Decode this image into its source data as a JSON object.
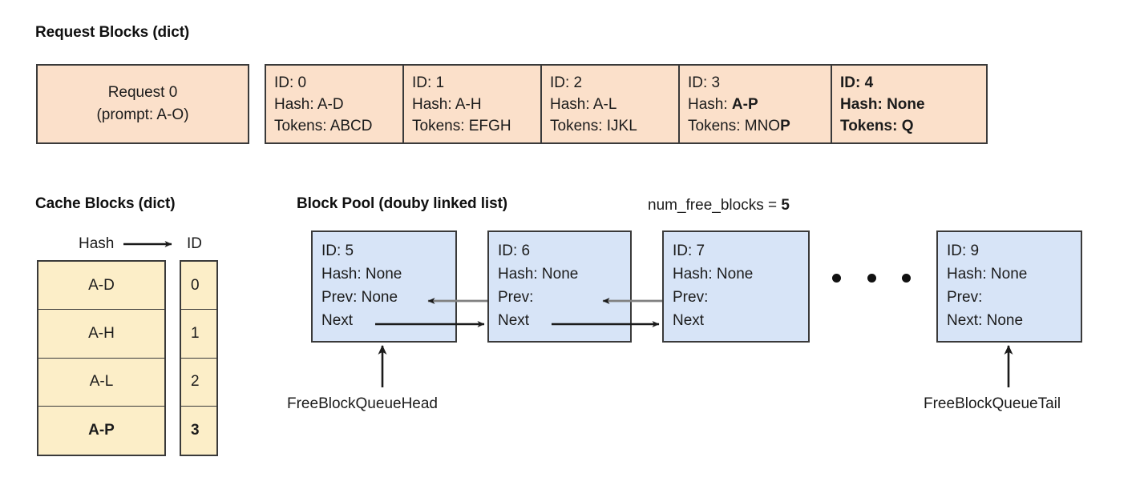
{
  "sections": {
    "request_blocks_title": "Request Blocks (dict)",
    "cache_blocks_title": "Cache Blocks (dict)",
    "block_pool_title": "Block Pool (douby linked list)"
  },
  "request": {
    "name": "Request 0",
    "prompt": "(prompt: A-O)"
  },
  "request_blocks": [
    {
      "id": "ID: 0",
      "hash_label": "Hash: ",
      "hash_value": "A-D",
      "hash_bold": false,
      "tokens_label": "Tokens: ",
      "tokens_plain": "ABCD",
      "tokens_bold": "",
      "all_bold": false
    },
    {
      "id": "ID: 1",
      "hash_label": "Hash: ",
      "hash_value": "A-H",
      "hash_bold": false,
      "tokens_label": "Tokens: ",
      "tokens_plain": "EFGH",
      "tokens_bold": "",
      "all_bold": false
    },
    {
      "id": "ID: 2",
      "hash_label": "Hash: ",
      "hash_value": "A-L",
      "hash_bold": false,
      "tokens_label": "Tokens: ",
      "tokens_plain": "IJKL",
      "tokens_bold": "",
      "all_bold": false
    },
    {
      "id": "ID: 3",
      "hash_label": "Hash: ",
      "hash_value": "A-P",
      "hash_bold": true,
      "tokens_label": "Tokens: ",
      "tokens_plain": "MNO",
      "tokens_bold": "P",
      "all_bold": false
    },
    {
      "id": "ID: 4",
      "hash_label": "Hash: ",
      "hash_value": "None",
      "hash_bold": true,
      "tokens_label": "Tokens: ",
      "tokens_plain": "",
      "tokens_bold": "Q",
      "all_bold": true
    }
  ],
  "cache_table": {
    "hash_header": "Hash",
    "id_header": "ID",
    "arrow_icon": "right-arrow",
    "rows": [
      {
        "hash": "A-D",
        "id": "0",
        "bold": false
      },
      {
        "hash": "A-H",
        "id": "1",
        "bold": false
      },
      {
        "hash": "A-L",
        "id": "2",
        "bold": false
      },
      {
        "hash": "A-P",
        "id": "3",
        "bold": true
      }
    ]
  },
  "block_pool": {
    "num_free_blocks_label": "num_free_blocks = ",
    "num_free_blocks_value": "5",
    "ellipsis_dots": 3,
    "head_pointer": "FreeBlockQueueHead",
    "tail_pointer": "FreeBlockQueueTail",
    "nodes": [
      {
        "id": "ID: 5",
        "hash": "Hash: None",
        "prev": "Prev: None",
        "next": "Next"
      },
      {
        "id": "ID: 6",
        "hash": "Hash: None",
        "prev": "Prev:",
        "next": "Next"
      },
      {
        "id": "ID: 7",
        "hash": "Hash: None",
        "prev": "Prev:",
        "next": "Next"
      },
      {
        "id": "ID: 9",
        "hash": "Hash: None",
        "prev": "Prev:",
        "next": "Next: None"
      }
    ]
  },
  "colors": {
    "peach": "#fbe0ca",
    "yellow": "#fceec8",
    "blue": "#d7e4f7",
    "border": "#3a3a3a",
    "prev_arrow": "#808080",
    "next_arrow": "#1b1b1b"
  }
}
